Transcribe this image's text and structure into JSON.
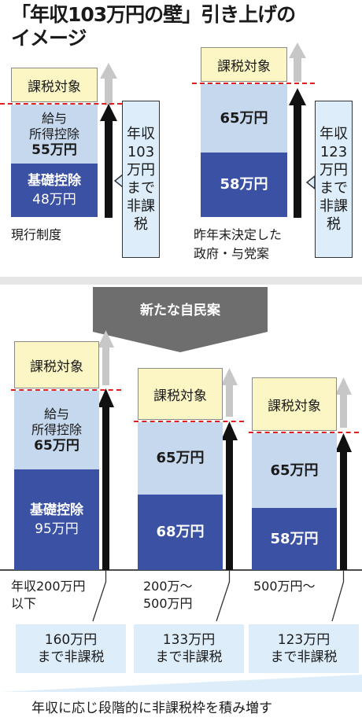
{
  "title": {
    "line1": "「年収103万円の壁」引き上げの",
    "line2": "イメージ"
  },
  "labels": {
    "taxable": "課税対象",
    "kyuyo_line1": "給与",
    "kyuyo_line2": "所得控除",
    "kiso": "基礎控除"
  },
  "current": {
    "kyuyo_value": "55万円",
    "kiso_value": "48万円",
    "callout": [
      "年収",
      "103",
      "万円",
      "まで",
      "非課",
      "税"
    ],
    "label": "現行制度"
  },
  "gov": {
    "upper_value": "65万円",
    "lower_value": "58万円",
    "callout": [
      "年収",
      "123",
      "万円",
      "まで",
      "非課",
      "税"
    ],
    "label_line1": "昨年末決定した",
    "label_line2": "政府・与党案"
  },
  "banner": "新たな自民案",
  "new_plan": [
    {
      "kyuyo_value": "65万円",
      "kiso_value": "95万円",
      "income_line1": "年収200万円",
      "income_line2": "以下",
      "exempt_line1": "160万円",
      "exempt_line2": "まで非課税"
    },
    {
      "upper_value": "65万円",
      "lower_value": "68万円",
      "income_line1": "200万〜",
      "income_line2": "500万円",
      "exempt_line1": "133万円",
      "exempt_line2": "まで非課税"
    },
    {
      "upper_value": "65万円",
      "lower_value": "58万円",
      "income_line1": "500万円〜",
      "income_line2": "",
      "exempt_line1": "123万円",
      "exempt_line2": "まで非課税"
    }
  ],
  "footer": "年収に応じ段階的に非課税枠を積み増す",
  "colors": {
    "taxable": "#fbf6c4",
    "kyuyo": "#c6d8ee",
    "kiso": "#3b51a3",
    "threshold": "#e02020",
    "banner": "#6e6e6e",
    "callout": "#ddeefa"
  }
}
